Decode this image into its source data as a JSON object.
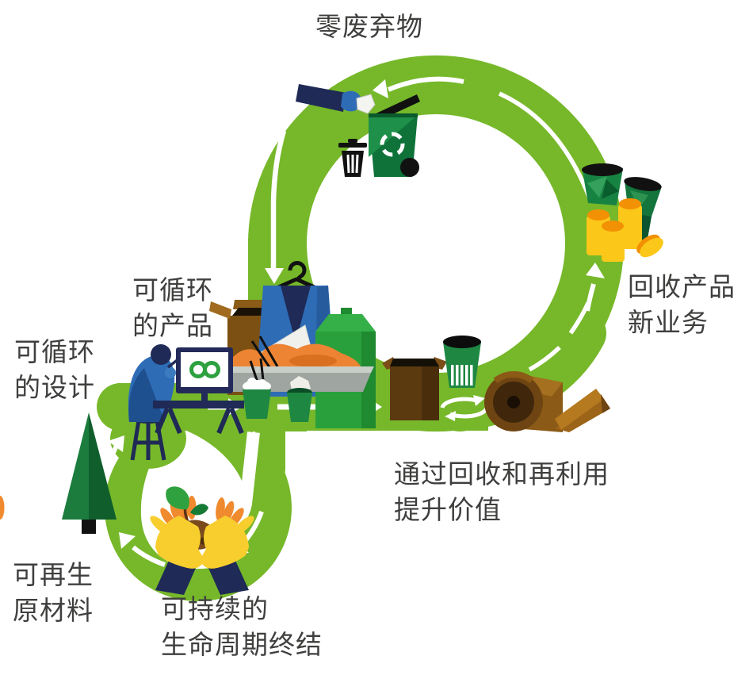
{
  "diagram_title": "circular-economy-loop",
  "labels": {
    "zero_waste": {
      "line1": "零废弃物"
    },
    "recycled_products": {
      "line1": "回收产品",
      "line2": "新业务"
    },
    "returnable_products": {
      "line1": "可循环",
      "line2": "的产品"
    },
    "circular_design": {
      "line1": "可循环",
      "line2": "的设计"
    },
    "value_from_recycling": {
      "line1": "通过回收和再利用",
      "line2": "提升价值"
    },
    "renewable_materials": {
      "line1": "可再生",
      "line2": "原材料"
    },
    "sustainable_end_of_life": {
      "line1": "可持续的",
      "line2": "生命周期终结"
    }
  },
  "palette": {
    "loop_green": "#76B82A",
    "dark_green": "#157A3C",
    "mid_green": "#2DA03F",
    "navy": "#1F2A56",
    "blue": "#2E6CB5",
    "yellow": "#FBC81A",
    "orange": "#F29104",
    "brown": "#8A5A16",
    "dark_brown": "#5C3A10",
    "text_gray": "#3F3F3E",
    "arrow_white": "#FFFFFF"
  },
  "icons": [
    "recycle-bin-icon",
    "trash-can-icon",
    "hand-dropping-waste-icon",
    "crumpled-cups-icon",
    "stacked-cans-icon",
    "clothes-hanger-icon",
    "jacket-icon",
    "milk-carton-icon",
    "open-box-icon",
    "food-tray-icon",
    "noodle-cup-icon",
    "waste-cup-icon",
    "collection-box-icon",
    "paper-cup-bin-icon",
    "recycle-arrows-icon",
    "paper-roll-icon",
    "person-at-desk-icon",
    "computer-infinity-icon",
    "pine-tree-icon",
    "hands-holding-sprout-icon"
  ]
}
